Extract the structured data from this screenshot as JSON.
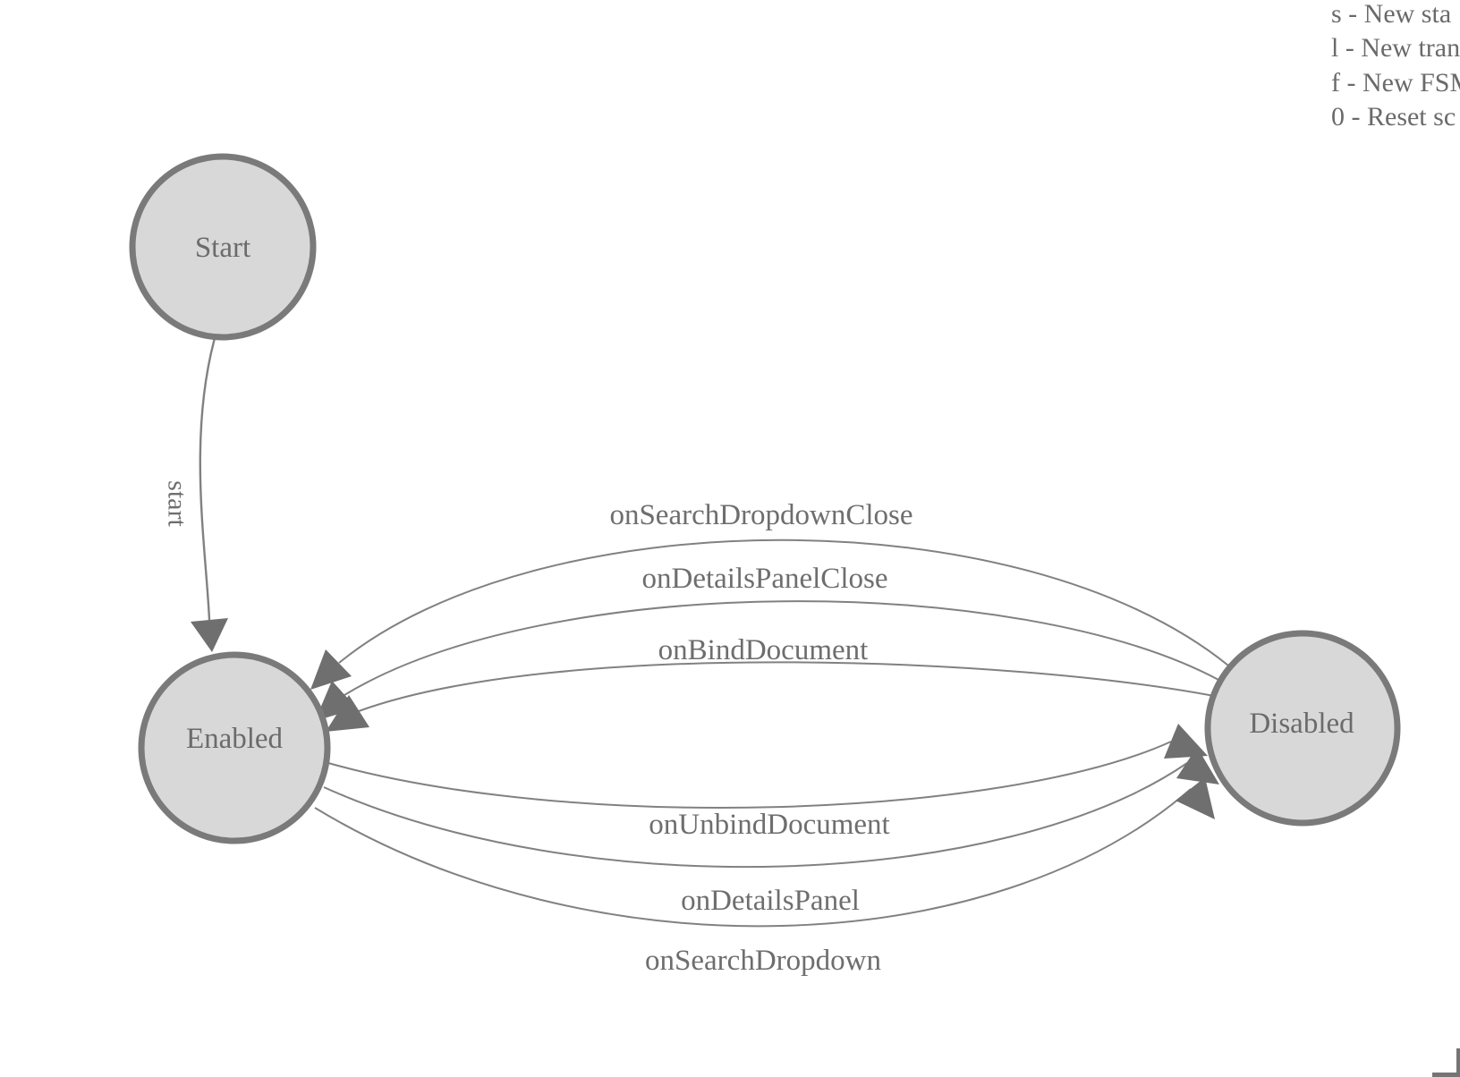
{
  "diagram_type": "finite-state-machine",
  "colors": {
    "background": "#ffffff",
    "node_fill": "#d8d8d8",
    "node_stroke": "#7a7a7a",
    "edge_stroke": "#818181",
    "arrow_fill": "#6f6f6f",
    "text": "#6b6b6b",
    "legend_text": "#6a6a6a"
  },
  "legend": {
    "lines": [
      "s - New sta",
      "l - New tran",
      "f - New FSM",
      "0 - Reset sc"
    ]
  },
  "states": {
    "start": {
      "label": "Start"
    },
    "enabled": {
      "label": "Enabled"
    },
    "disabled": {
      "label": "Disabled"
    }
  },
  "transitions": [
    {
      "label": "start",
      "from": "Start",
      "to": "Enabled"
    },
    {
      "label": "onSearchDropdownClose",
      "from": "Disabled",
      "to": "Enabled"
    },
    {
      "label": "onDetailsPanelClose",
      "from": "Disabled",
      "to": "Enabled"
    },
    {
      "label": "onBindDocument",
      "from": "Disabled",
      "to": "Enabled"
    },
    {
      "label": "onUnbindDocument",
      "from": "Enabled",
      "to": "Disabled"
    },
    {
      "label": "onDetailsPanel",
      "from": "Enabled",
      "to": "Disabled"
    },
    {
      "label": "onSearchDropdown",
      "from": "Enabled",
      "to": "Disabled"
    }
  ]
}
